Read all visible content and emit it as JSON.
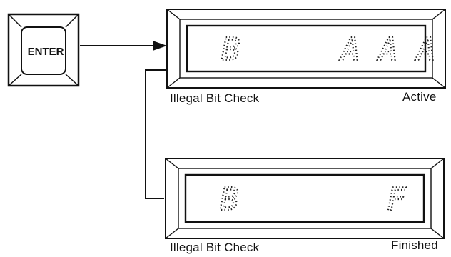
{
  "enter_key": {
    "label": "ENTER"
  },
  "panels": [
    {
      "left_char": "B",
      "right_chars": "A A A",
      "caption_left": "Illegal Bit Check",
      "caption_right": "Active"
    },
    {
      "left_char": "B",
      "right_chars": "F",
      "caption_left": "Illegal Bit Check",
      "caption_right": "Finished"
    }
  ]
}
